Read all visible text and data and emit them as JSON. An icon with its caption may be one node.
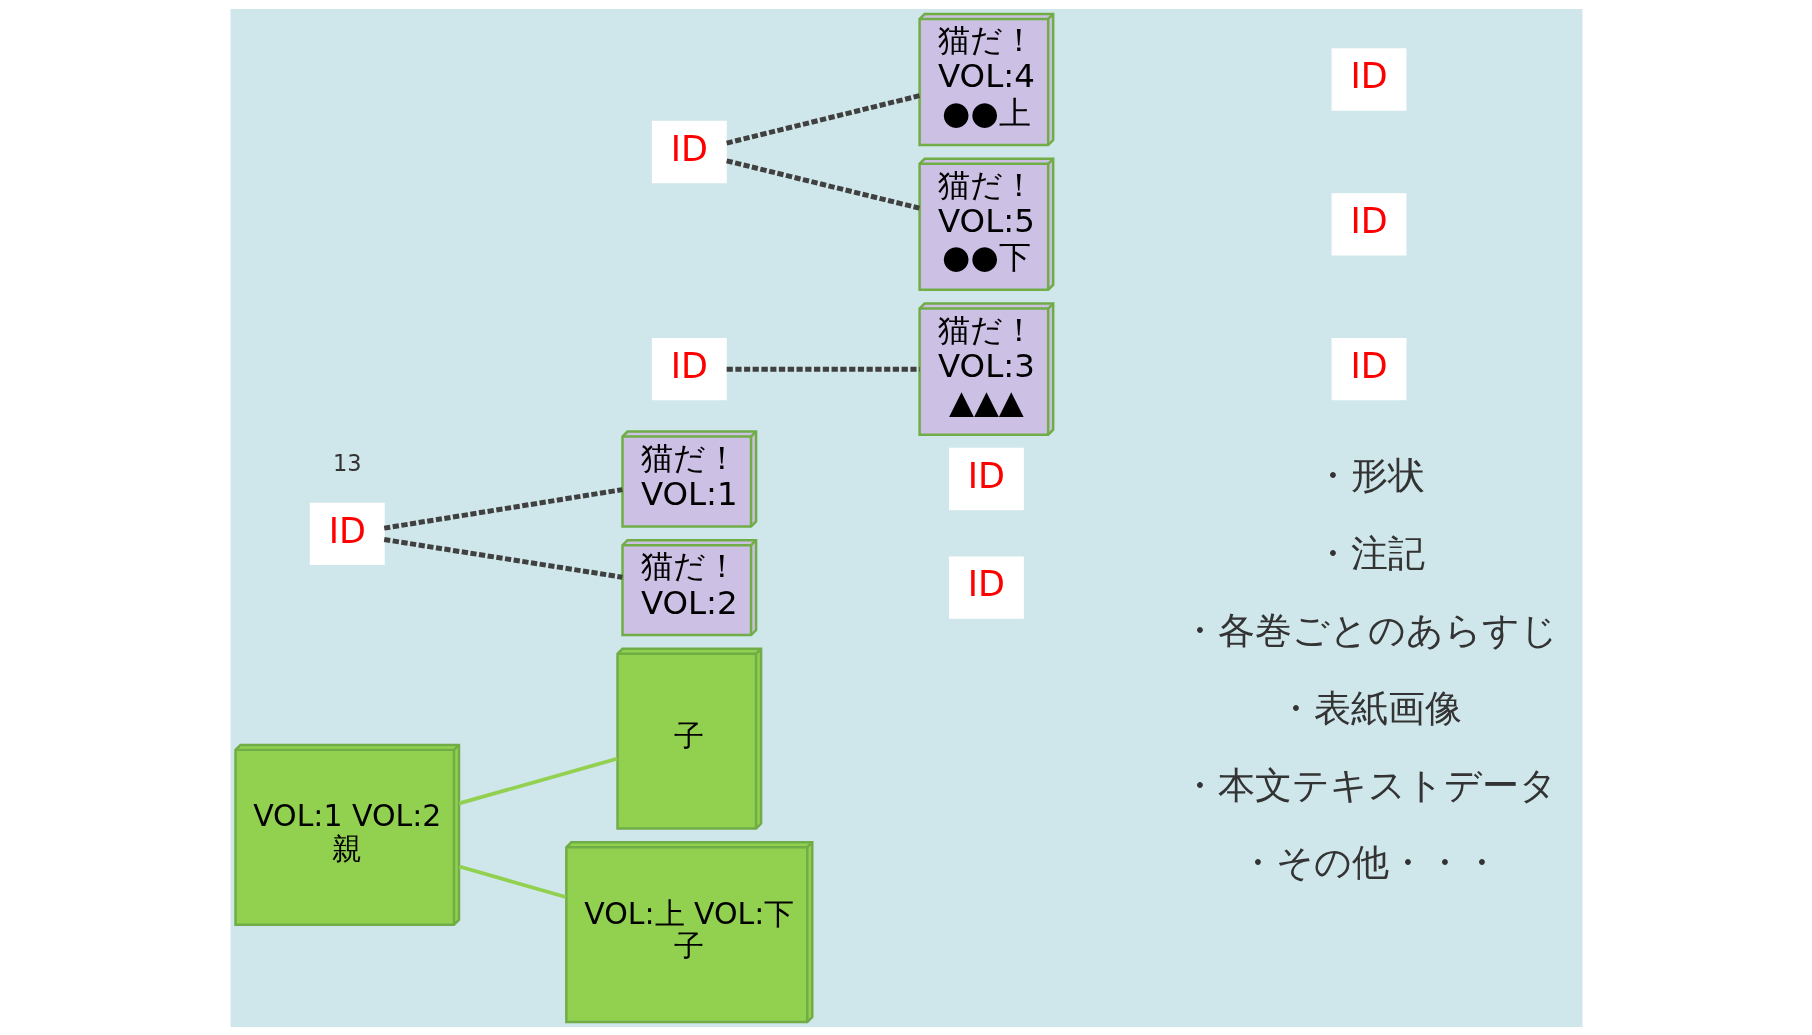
{
  "diagram": {
    "nodes": [
      {
        "text": [
          "VOL:1 VOL:2",
          "親"
        ]
      },
      {
        "text": [
          "ID"
        ]
      },
      {
        "text": [
          "子"
        ]
      },
      {
        "text": [
          "ID"
        ]
      },
      {
        "text": [
          "VOL:上 VOL:下",
          "子"
        ]
      },
      {
        "text": [
          "ID"
        ]
      },
      {
        "text": [
          "猫だ！",
          "VOL:1"
        ]
      },
      {
        "text": [
          "ID"
        ]
      },
      {
        "text": [
          "猫だ！",
          "VOL:2"
        ]
      },
      {
        "text": [
          "ID"
        ]
      },
      {
        "text": [
          "猫だ！",
          "VOL:3",
          "▲▲▲"
        ]
      },
      {
        "text": [
          "ID"
        ]
      },
      {
        "text": [
          "猫だ！",
          "VOL:4",
          "●●上"
        ]
      },
      {
        "text": [
          "ID"
        ]
      },
      {
        "text": [
          "猫だ！",
          "VOL:5",
          "●●下"
        ]
      },
      {
        "text": [
          "ID"
        ]
      }
    ],
    "edges": [
      {
        "from": 0,
        "to": 2,
        "arrow": "none",
        "color": "#92d050"
      },
      {
        "from": 0,
        "to": 4,
        "arrow": "none",
        "color": "#92d050"
      },
      {
        "from": 1,
        "to": 6,
        "arrow": "none",
        "style": "dashed"
      },
      {
        "from": 1,
        "to": 8,
        "arrow": "none",
        "style": "dashed"
      },
      {
        "from": 3,
        "to": 10,
        "arrow": "none",
        "style": "dashed"
      },
      {
        "from": 5,
        "to": 12,
        "arrow": "none",
        "style": "dashed"
      },
      {
        "from": 5,
        "to": 14,
        "arrow": "none",
        "style": "dashed"
      }
    ],
    "labels": [
      "・形状",
      "・注記",
      "・各巻ごとのあらすじ",
      "・表紙画像",
      "・本文テキストデータ",
      "・その他・・・",
      "13"
    ]
  }
}
